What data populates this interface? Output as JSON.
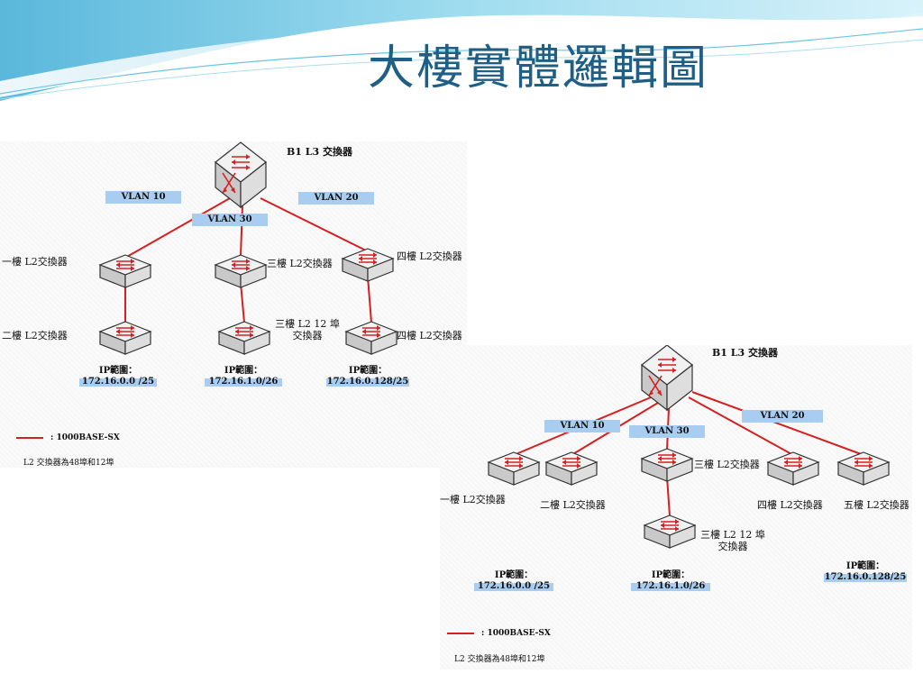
{
  "slide": {
    "title": "大樓實體邏輯圖"
  },
  "diagram_a": {
    "core_switch": "B1 L3 交換器",
    "vlans": [
      "VLAN 10",
      "VLAN 30",
      "VLAN 20"
    ],
    "switches": {
      "floor1": "一樓 L2交換器",
      "floor2": "二樓 L2交換器",
      "floor3": "三樓 L2交換器",
      "floor3_12port_line1": "三樓 L2 12 埠",
      "floor3_12port_line2": "交換器",
      "floor4": "四樓 L2交換器",
      "floor4b": "四樓 L2交換器"
    },
    "ip_ranges": [
      {
        "label": "IP範圍：",
        "value": "172.16.0.0 /25"
      },
      {
        "label": "IP範圍：",
        "value": "172.16.1.0/26"
      },
      {
        "label": "IP範圍：",
        "value": "172.16.0.128/25"
      }
    ],
    "legend": ": 1000BASE-SX",
    "note": "L2 交換器為48埠和12埠"
  },
  "diagram_b": {
    "core_switch": "B1 L3 交換器",
    "vlans": [
      "VLAN 10",
      "VLAN 30",
      "VLAN 20"
    ],
    "switches": {
      "floor1": "一樓 L2交換器",
      "floor2": "二樓 L2交換器",
      "floor3": "三樓 L2交換器",
      "floor3_12port_line1": "三樓 L2 12 埠",
      "floor3_12port_line2": "交換器",
      "floor4": "四樓 L2交換器",
      "floor5": "五樓 L2交換器"
    },
    "ip_ranges": [
      {
        "label": "IP範圍：",
        "value": "172.16.0.0 /25"
      },
      {
        "label": "IP範圍：",
        "value": "172.16.1.0/26"
      },
      {
        "label": "IP範圍：",
        "value": "172.16.0.128/25"
      }
    ],
    "legend": ": 1000BASE-SX",
    "note": "L2 交換器為48埠和12埠"
  },
  "colors": {
    "title": "#1f5f86",
    "link": "#d42020",
    "vlan_tag": "#a9cdf0",
    "header_wave": "#7fd0e8"
  },
  "icons": [
    "l3-switch-icon",
    "l2-switch-icon"
  ]
}
